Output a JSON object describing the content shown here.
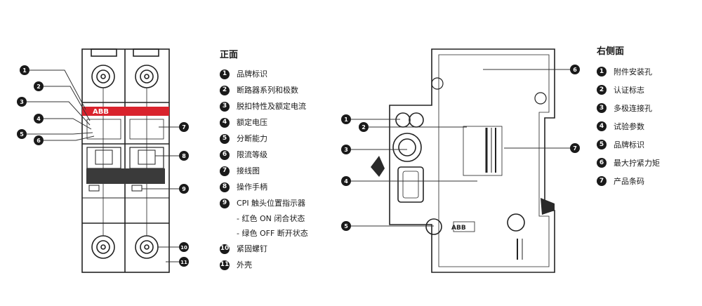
{
  "front_view": {
    "title": "正面",
    "brand": "ABB",
    "callouts": [
      "1",
      "2",
      "3",
      "4",
      "5",
      "6",
      "7",
      "8",
      "9",
      "10",
      "11"
    ],
    "items": [
      {
        "num": "1",
        "label": "品牌标识"
      },
      {
        "num": "2",
        "label": "断路器系列和极数"
      },
      {
        "num": "3",
        "label": "脱扣特性及额定电流"
      },
      {
        "num": "4",
        "label": "额定电压"
      },
      {
        "num": "5",
        "label": "分断能力"
      },
      {
        "num": "6",
        "label": "限流等级"
      },
      {
        "num": "7",
        "label": "接线图"
      },
      {
        "num": "8",
        "label": "操作手柄"
      },
      {
        "num": "9",
        "label": "CPI 触头位置指示器"
      },
      {
        "num": "10",
        "label": "紧固螺钉"
      },
      {
        "num": "11",
        "label": "外壳"
      }
    ],
    "sub_items": [
      "- 红色 ON 闭合状态",
      "- 绿色 OFF 断开状态"
    ]
  },
  "side_view": {
    "title": "右侧面",
    "brand": "ABB",
    "callouts": [
      "1",
      "2",
      "3",
      "4",
      "5",
      "6",
      "7"
    ],
    "items": [
      {
        "num": "1",
        "label": "附件安装孔"
      },
      {
        "num": "2",
        "label": "认证标志"
      },
      {
        "num": "3",
        "label": "多极连接孔"
      },
      {
        "num": "4",
        "label": "试验参数"
      },
      {
        "num": "5",
        "label": "品牌标识"
      },
      {
        "num": "6",
        "label": "最大拧紧力矩"
      },
      {
        "num": "7",
        "label": "产品条码"
      }
    ]
  },
  "colors": {
    "brand_band": "#d9232d",
    "outline": "#1a1a1a",
    "badge": "#1a1a1a"
  }
}
